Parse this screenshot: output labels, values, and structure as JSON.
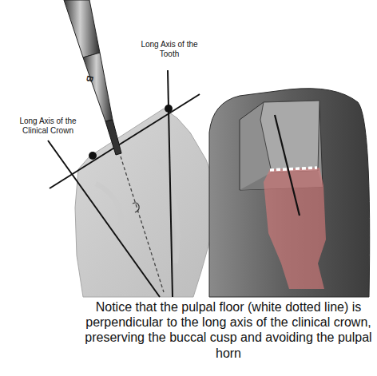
{
  "diagram": {
    "caption": "Notice that the pulpal floor (white dotted line) is perpendicular to the long axis of the clinical crown, preserving the buccal cusp and avoiding the pulpal horn",
    "labels": [
      "Long Axis of the Tooth",
      "Long Axis of the Clinical Crown",
      "B"
    ]
  }
}
